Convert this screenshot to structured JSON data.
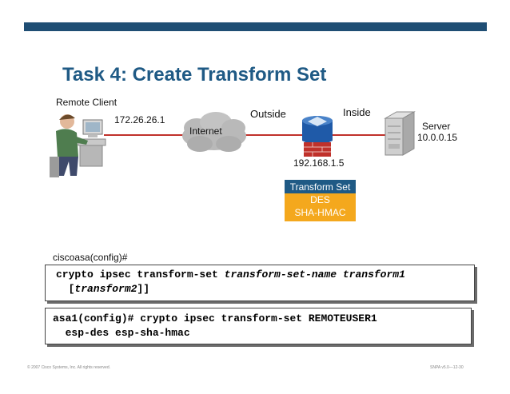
{
  "slide": {
    "title": "Task 4: Create Transform Set"
  },
  "diagram": {
    "remote_client_label": "Remote Client",
    "client_ip": "172.26.26.1",
    "internet_label": "Internet",
    "outside_label": "Outside",
    "inside_label": "Inside",
    "firewall_ip": "192.168.1.5",
    "server_label": "Server",
    "server_ip": "10.0.0.15",
    "transform_set": {
      "header": "Transform Set",
      "items": [
        "DES",
        "SHA-HMAC"
      ]
    },
    "colors": {
      "link": "#c0312b",
      "accent": "#1f5a85",
      "transform_fill": "#f4a81d"
    }
  },
  "cli": {
    "prompt": "ciscoasa(config)#",
    "syntax": {
      "line1_cmd": "crypto ipsec transform-set ",
      "line1_arg1": "transform-set-name",
      "line1_arg2": " transform1",
      "line2_open": "[",
      "line2_arg": "transform2",
      "line2_close": "]]",
      "line2_indent": "  ["
    },
    "example": {
      "line1": "asa1(config)# crypto ipsec transform-set REMOTEUSER1",
      "line2": "  esp-des esp-sha-hmac"
    }
  },
  "footer": {
    "copyright": "© 2007 Cisco Systems, Inc. All rights reserved.",
    "course": "SNPA v5.0—12-30"
  }
}
